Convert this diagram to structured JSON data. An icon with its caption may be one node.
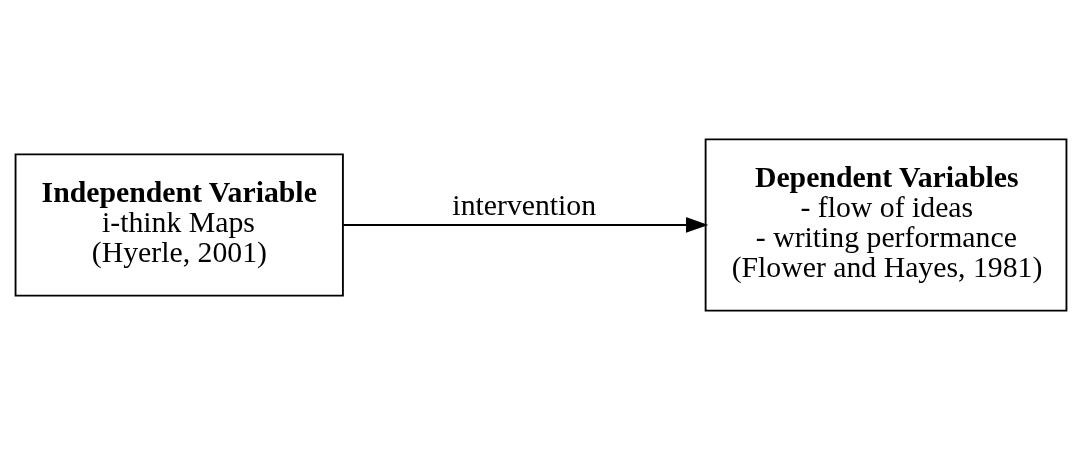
{
  "diagram": {
    "nodes": [
      {
        "text": [
          "Independent Variable",
          "i-think Maps",
          "(Hyerle, 2001)"
        ]
      },
      {
        "text": [
          "Dependent Variables",
          "- flow of ideas",
          "- writing performance",
          "(Flower and Hayes, 1981)"
        ]
      }
    ],
    "edges": [
      {
        "from": 0,
        "to": 1,
        "arrow": "to",
        "label": "intervention"
      }
    ]
  }
}
